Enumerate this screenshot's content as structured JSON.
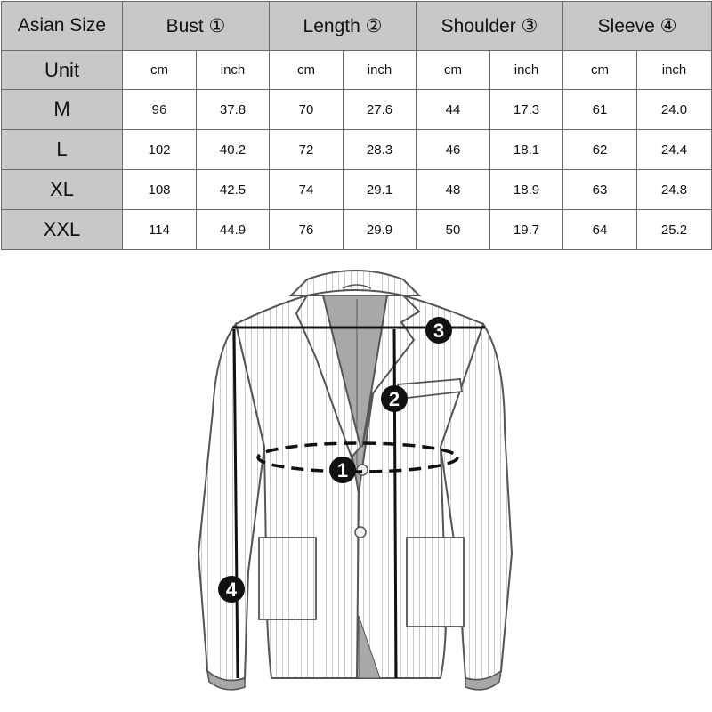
{
  "table": {
    "headers": [
      "Asian Size",
      "Bust ①",
      "Length ②",
      "Shoulder ③",
      "Sleeve ④"
    ],
    "unit_label": "Unit",
    "units": [
      "cm",
      "inch",
      "cm",
      "inch",
      "cm",
      "inch",
      "cm",
      "inch"
    ],
    "rows": [
      {
        "size": "M",
        "values": [
          "96",
          "37.8",
          "70",
          "27.6",
          "44",
          "17.3",
          "61",
          "24.0"
        ]
      },
      {
        "size": "L",
        "values": [
          "102",
          "40.2",
          "72",
          "28.3",
          "46",
          "18.1",
          "62",
          "24.4"
        ]
      },
      {
        "size": "XL",
        "values": [
          "108",
          "42.5",
          "74",
          "29.1",
          "48",
          "18.9",
          "63",
          "24.8"
        ]
      },
      {
        "size": "XXL",
        "values": [
          "114",
          "44.9",
          "76",
          "29.9",
          "50",
          "19.7",
          "64",
          "25.2"
        ]
      }
    ]
  },
  "diagram": {
    "markers": [
      "1",
      "2",
      "3",
      "4"
    ],
    "colors": {
      "stroke": "#555555",
      "measure": "#111111",
      "lining": "#a8a8a8",
      "fabric": "#ffffff"
    }
  }
}
